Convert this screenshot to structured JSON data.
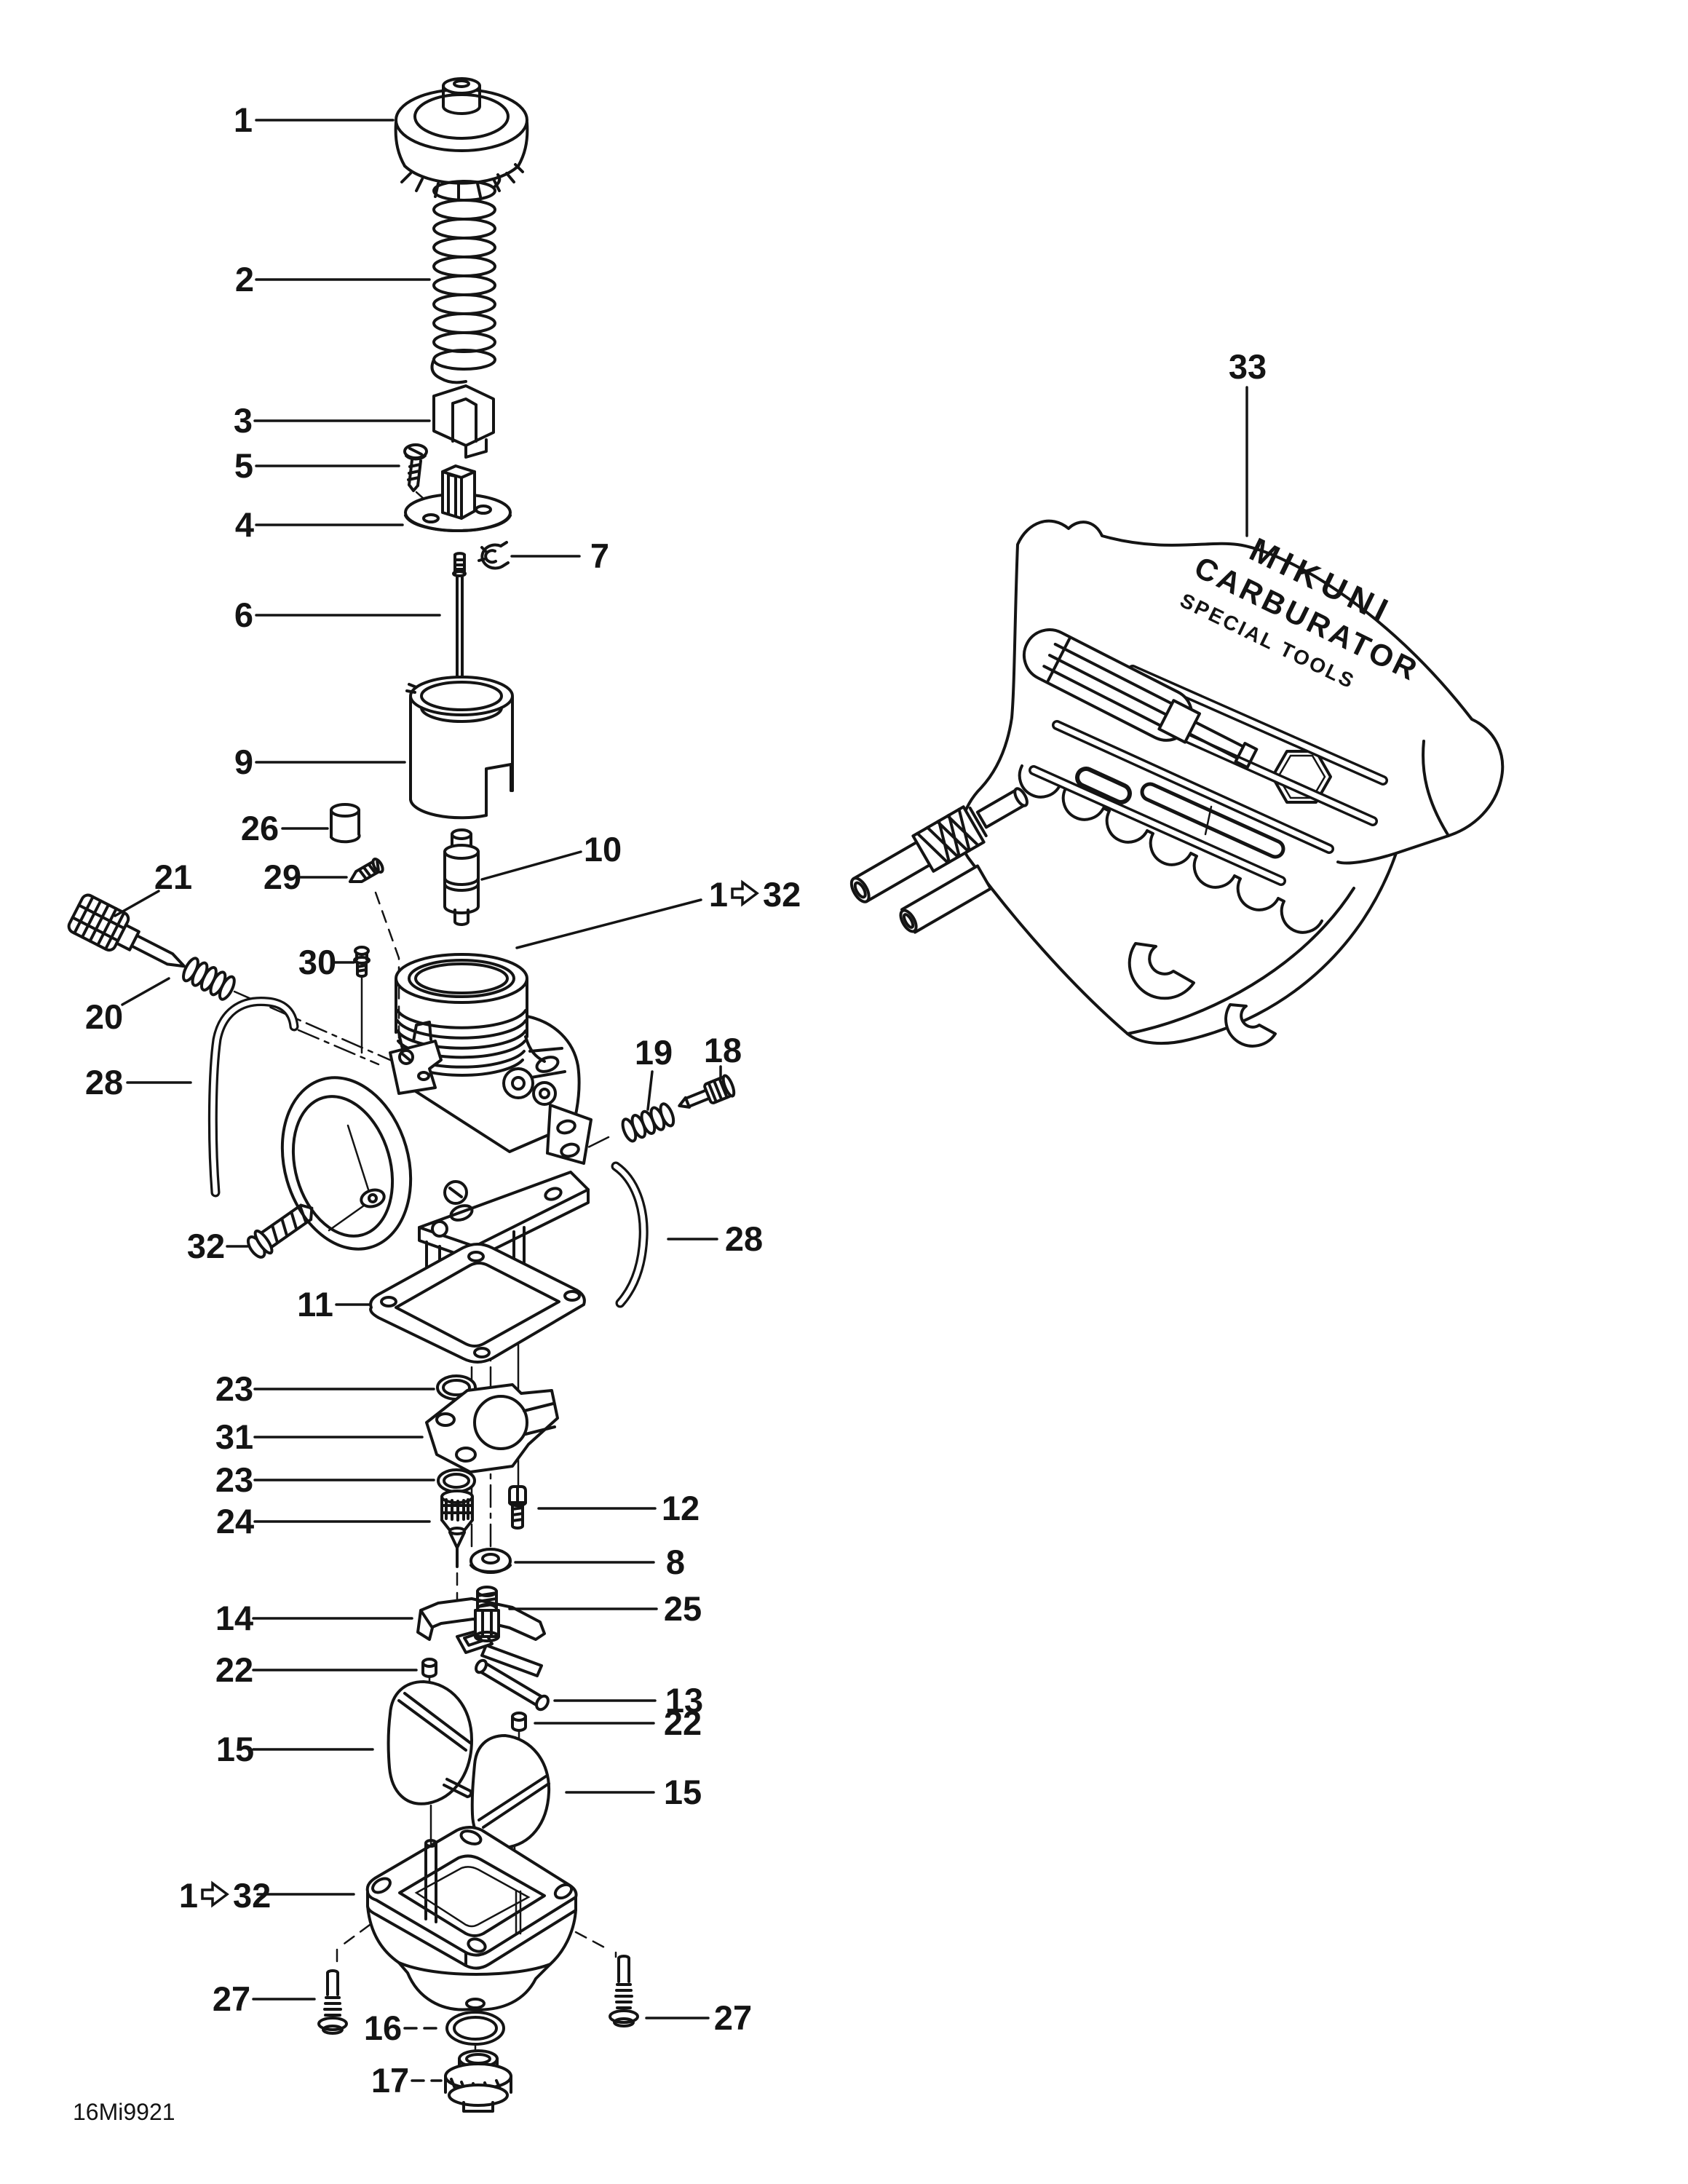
{
  "diagram": {
    "code": "16Mi9921",
    "colors": {
      "ink": "#141414",
      "paper": "#ffffff"
    },
    "tool_kit_text": {
      "line1": "MIKUNI",
      "line2": "CARBURATOR",
      "line3": "SPECIAL TOOLS"
    },
    "callouts": {
      "c1": "1",
      "c2": "2",
      "c3": "3",
      "c4": "4",
      "c5": "5",
      "c6": "6",
      "c7": "7",
      "c8": "8",
      "c9": "9",
      "c10": "10",
      "c11": "11",
      "c12": "12",
      "c13": "13",
      "c14": "14",
      "c15a": "15",
      "c15b": "15",
      "c16": "16",
      "c17": "17",
      "c18": "18",
      "c19": "19",
      "c20": "20",
      "c21": "21",
      "c22a": "22",
      "c22b": "22",
      "c23a": "23",
      "c23b": "23",
      "c24": "24",
      "c25": "25",
      "c26": "26",
      "c27a": "27",
      "c27b": "27",
      "c28a": "28",
      "c28b": "28",
      "c29": "29",
      "c30": "30",
      "c31": "31",
      "c32": "32",
      "c33": "33",
      "assembly_from": "1",
      "assembly_to": "32"
    }
  }
}
